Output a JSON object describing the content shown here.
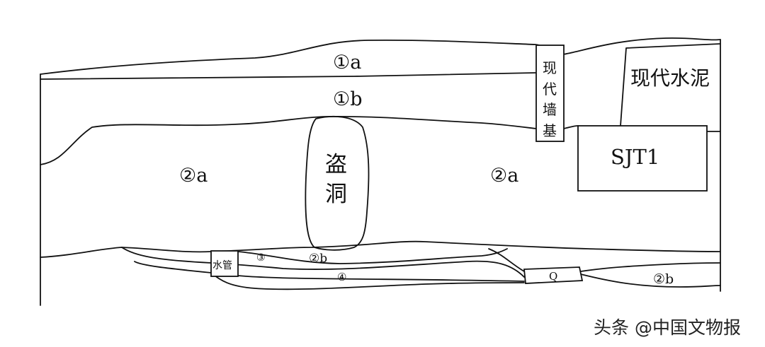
{
  "labels": {
    "layer_1a": "①a",
    "layer_1b": "①b",
    "layer_2a_left": "②a",
    "layer_2a_right": "②a",
    "layer_2b_mid": "②b",
    "layer_2b_right": "②b",
    "layer_3": "③",
    "layer_4": "④",
    "robbery_hole_1": "盗",
    "robbery_hole_2": "洞",
    "modern_wall_1": "现",
    "modern_wall_2": "代",
    "modern_wall_3": "墙",
    "modern_wall_4": "基",
    "modern_cement": "现代水泥",
    "sjt1": "SJT1",
    "water_pipe": "水管",
    "q": "Q"
  },
  "watermark": "头条 @中国文物报"
}
